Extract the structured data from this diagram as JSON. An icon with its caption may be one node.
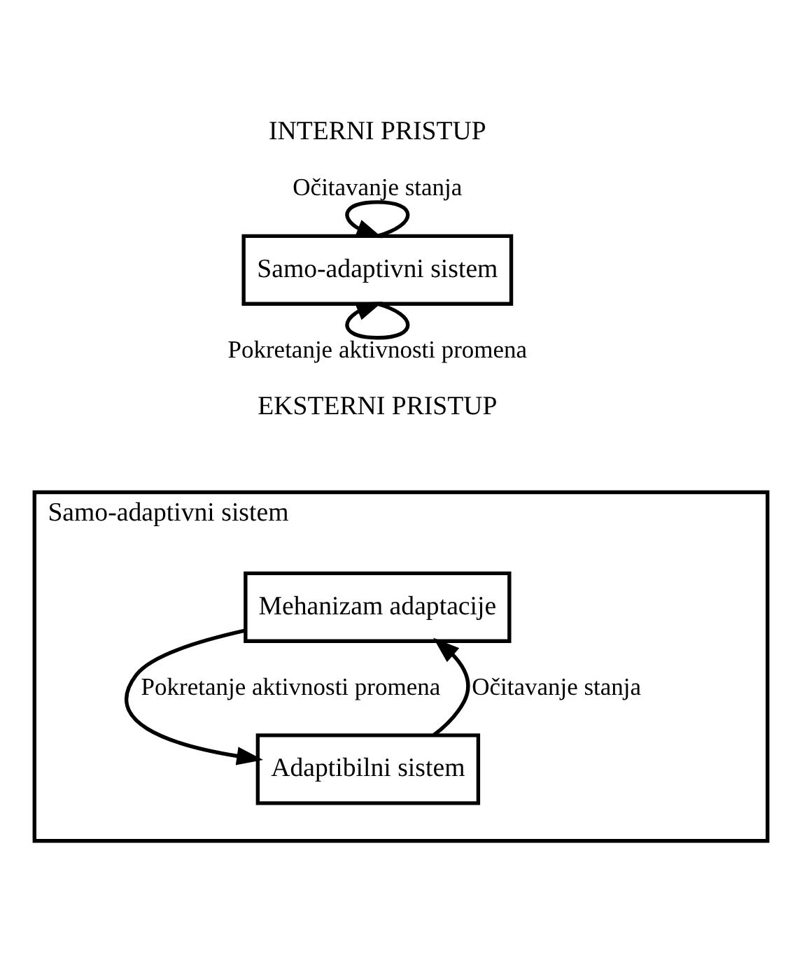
{
  "diagram": {
    "nodes": [
      {
        "text": [
          "Samo-adaptivni sistem"
        ]
      },
      {
        "text": [
          "Samo-adaptivni sistem"
        ]
      },
      {
        "text": [
          "Mehanizam adaptacije"
        ],
        "in": 1
      },
      {
        "text": [
          "Adaptibilni sistem"
        ],
        "in": 1
      }
    ],
    "edges": [
      {
        "from": 0,
        "to": 0,
        "arrow": "to",
        "label": "Očitavanje stanja"
      },
      {
        "from": 0,
        "to": 0,
        "arrow": "to",
        "label": "Pokretanje aktivnosti promena"
      },
      {
        "from": 3,
        "to": 2,
        "arrow": "to",
        "label": "Očitavanje stanja"
      },
      {
        "from": 2,
        "to": 3,
        "arrow": "to",
        "label": "Pokretanje aktivnosti promena"
      }
    ],
    "labels": [
      "INTERNI PRISTUP",
      "EKSTERNI PRISTUP"
    ]
  }
}
